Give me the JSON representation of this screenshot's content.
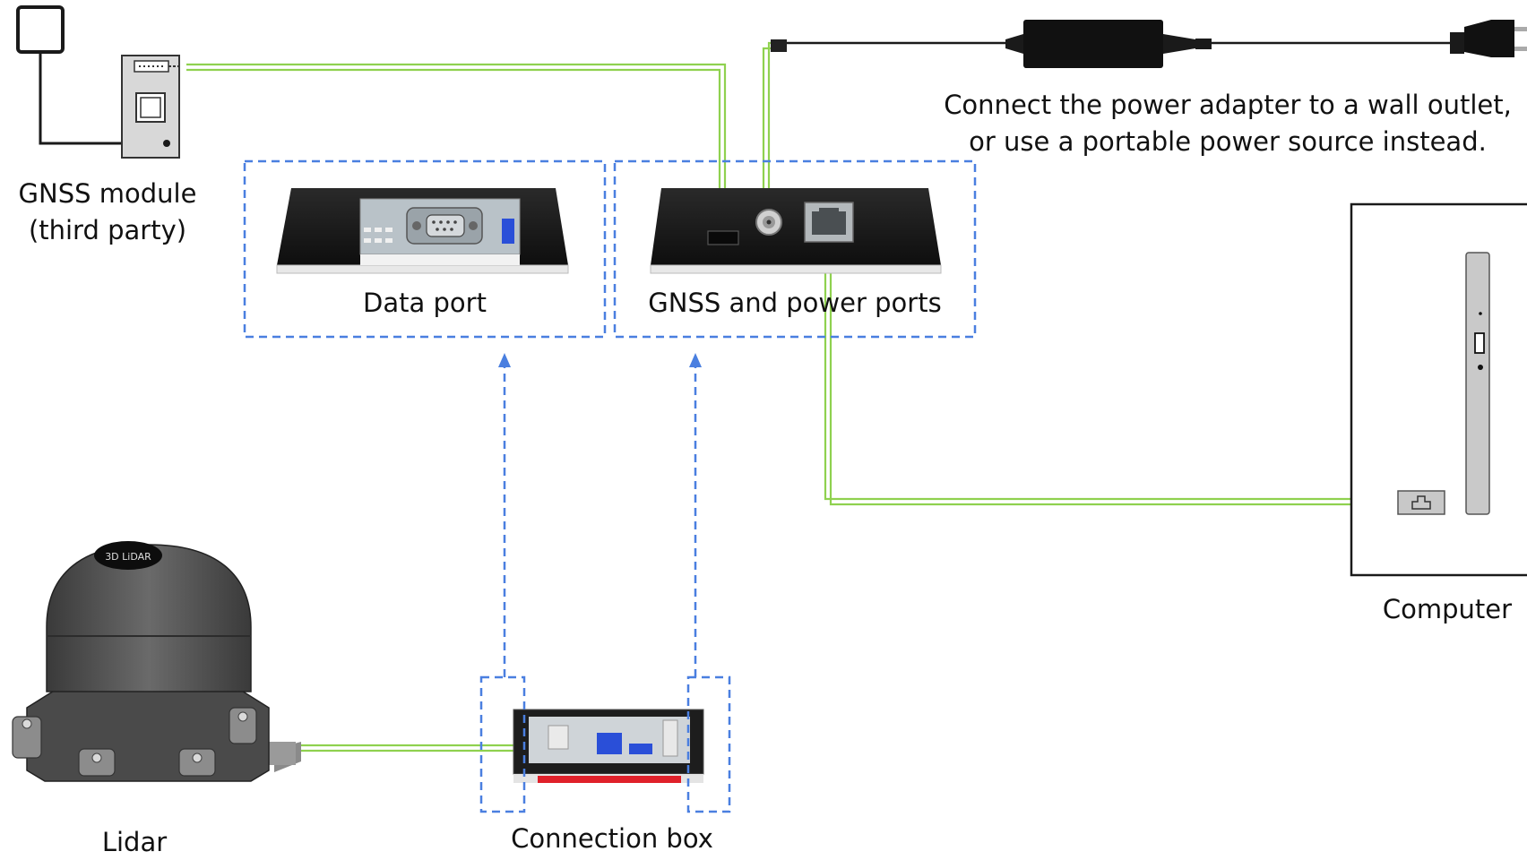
{
  "labels": {
    "gnss_module": "GNSS module",
    "gnss_module_sub": "(third party)",
    "data_port": "Data  port",
    "gnss_power_ports": "GNSS and power ports",
    "power_note_line1": "Connect the power adapter to a wall outlet,",
    "power_note_line2": "or use a portable power source instead.",
    "computer": "Computer",
    "lidar": "Lidar",
    "lidar_logo": "3D LiDAR",
    "connection_box": "Connection box"
  },
  "colors": {
    "cable_green": "#8fd14f",
    "dashed_blue": "#4a7fe0",
    "device_black": "#1c1c1c",
    "connection_red": "#e0202a",
    "port_blue": "#2a4fd8"
  }
}
